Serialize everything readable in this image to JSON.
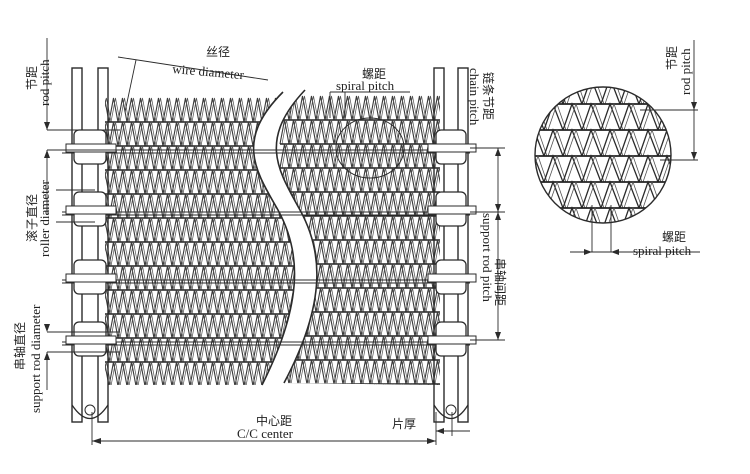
{
  "labels": {
    "rod_pitch_cn": "节距",
    "rod_pitch_en": "rod pitch",
    "wire_diameter_cn": "丝径",
    "wire_diameter_en": "wire diameter",
    "spiral_pitch_cn": "螺距",
    "spiral_pitch_en": "spiral pitch",
    "chain_pitch_cn": "链条节距",
    "chain_pitch_en": "chain pitch",
    "roller_diameter_cn": "滚子直径",
    "roller_diameter_en": "roller diameter",
    "support_rod_pitch_cn": "串轴间距",
    "support_rod_pitch_en": "support rod pitch",
    "support_rod_diameter_cn": "串轴直径",
    "support_rod_diameter_en": "support rod diameter",
    "cc_center_cn": "中心距",
    "cc_center_en": "C/C center",
    "plate_thickness_cn": "片厚",
    "detail_rod_pitch_cn": "节距",
    "detail_rod_pitch_en": "rod pitch",
    "detail_spiral_pitch_cn": "螺距",
    "detail_spiral_pitch_en": "spiral pitch"
  }
}
